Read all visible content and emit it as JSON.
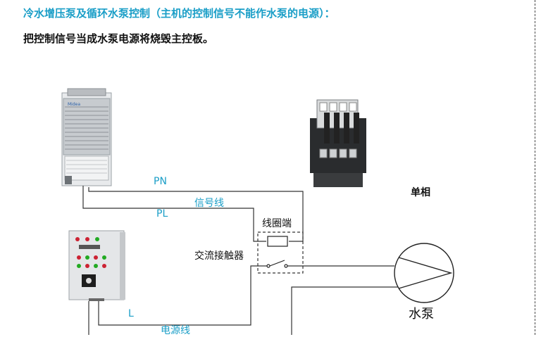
{
  "title": "冷水增压泵及循环水泵控制（主机的控制信号不能作水泵的电源）：",
  "subtitle": "把控制信号当成水泵电源将烧毁主控板。",
  "labels": {
    "pn": "PN",
    "pl": "PL",
    "signal_line": "信号线",
    "coil_terminal": "线圈端",
    "ac_contactor": "交流接触器",
    "single_phase": "单相",
    "water_pump": "水泵",
    "l": "L",
    "power_line": "电源线",
    "unit_brand": "Midea"
  },
  "colors": {
    "title": "#1a9ec7",
    "label_blue": "#1a9ec7",
    "text": "#111111",
    "wire": "#333333"
  },
  "icons": [
    "chiller-unit-icon",
    "ac-contactor-icon",
    "control-cabinet-icon",
    "pump-symbol-icon",
    "coil-symbol-icon",
    "switch-contact-icon"
  ]
}
